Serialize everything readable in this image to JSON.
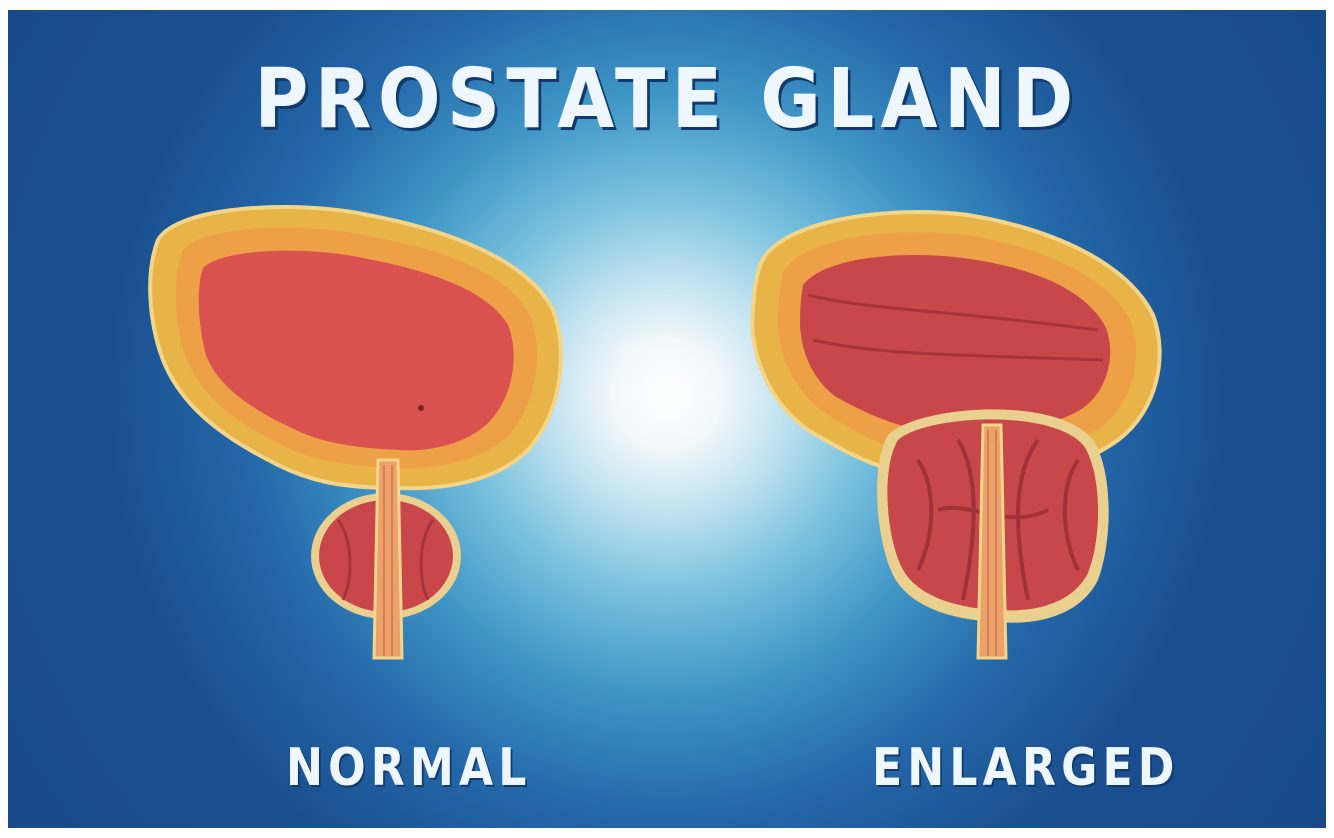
{
  "title": "PROSTATE GLAND",
  "labels": {
    "normal": "NORMAL",
    "enlarged": "ENLARGED"
  },
  "colors": {
    "background_dark": "#1a4f8f",
    "background_glow": "#ffffff",
    "gland_outer": "#eab84b",
    "gland_inner": "#d5504f",
    "prostate": "#c84a48",
    "text": "#eef6ff"
  }
}
